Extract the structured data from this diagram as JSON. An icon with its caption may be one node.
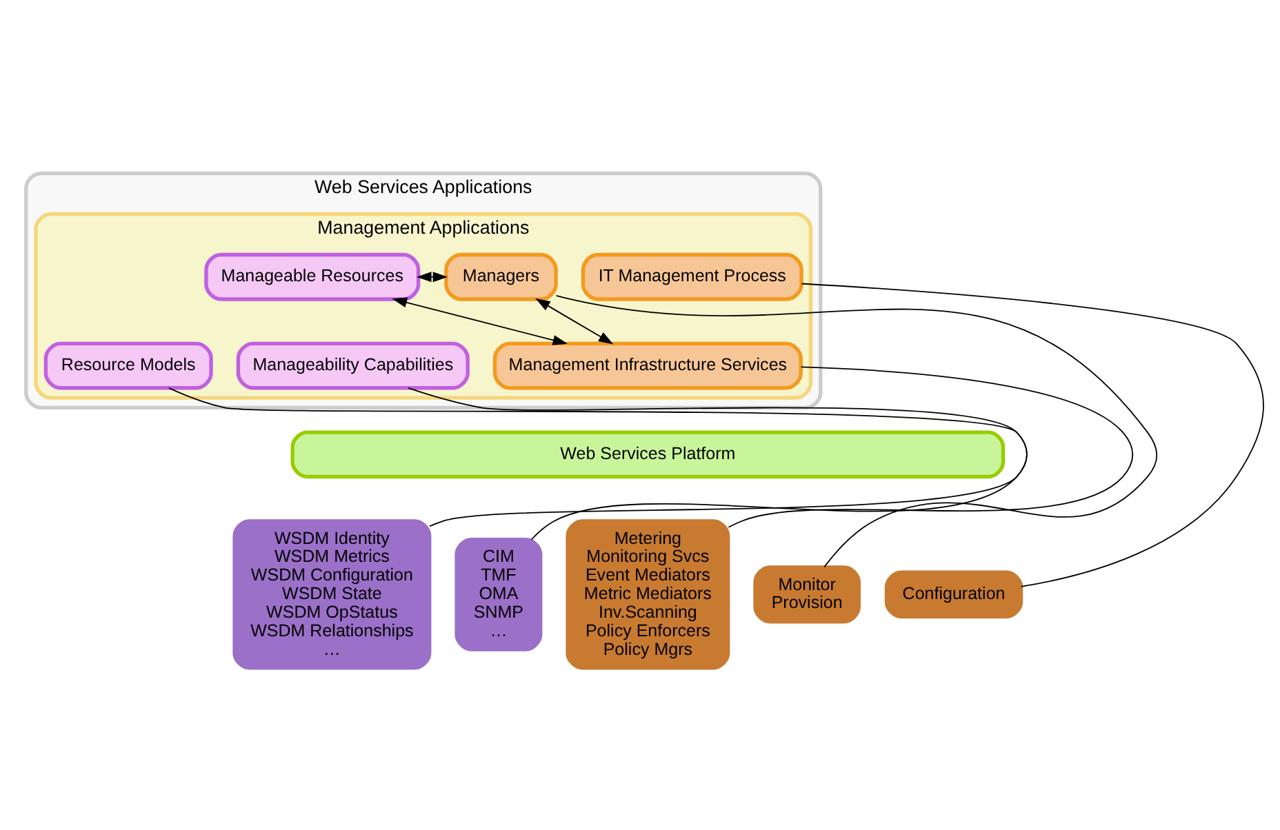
{
  "diagram": {
    "nodes": [
      {
        "text": [
          "Web Services Applications"
        ]
      },
      {
        "text": [
          "Management Applications"
        ],
        "in": 0
      },
      {
        "text": [
          "Manageable Resources"
        ],
        "in": 1
      },
      {
        "text": [
          "Manageability Capabilities"
        ],
        "in": 1
      },
      {
        "text": [
          "Resource Models"
        ],
        "in": 1
      },
      {
        "text": [
          "Management Infrastructure Services"
        ],
        "in": 1
      },
      {
        "text": [
          "Managers"
        ],
        "in": 1
      },
      {
        "text": [
          "IT Management Process"
        ],
        "in": 1
      },
      {
        "text": [
          "Web Services Platform"
        ]
      },
      {
        "text": [
          "WSDM Identity",
          "WSDM Metrics",
          "WSDM Configuration",
          "WSDM State",
          "WSDM OpStatus",
          "WSDM Relationships",
          "…"
        ]
      },
      {
        "text": [
          "CIM",
          "TMF",
          "OMA",
          "SNMP",
          "…"
        ]
      },
      {
        "text": [
          "Metering",
          "Monitoring Svcs",
          "Event Mediators",
          "Metric Mediators",
          "Inv.Scanning",
          "Policy Enforcers",
          "Policy Mgrs"
        ]
      },
      {
        "text": [
          "Monitor",
          "Provision"
        ]
      },
      {
        "text": [
          "Configuration"
        ]
      }
    ],
    "edges": [
      {
        "from": 2,
        "to": 6,
        "arrow": "both"
      },
      {
        "from": 2,
        "to": 5,
        "arrow": "both"
      },
      {
        "from": 6,
        "to": 5,
        "arrow": "both"
      },
      {
        "from": 9,
        "to": 3,
        "arrow": "none"
      },
      {
        "from": 10,
        "to": 4,
        "arrow": "none"
      },
      {
        "from": 11,
        "to": 5,
        "arrow": "none"
      },
      {
        "from": 12,
        "to": 6,
        "arrow": "none"
      },
      {
        "from": 13,
        "to": 7,
        "arrow": "none"
      }
    ]
  }
}
